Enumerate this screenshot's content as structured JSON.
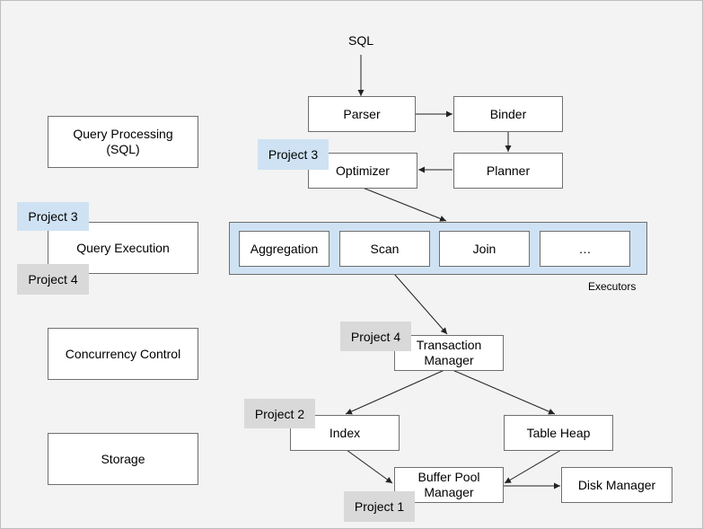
{
  "layers": {
    "query_processing": "Query Processing\n(SQL)",
    "query_execution": "Query Execution",
    "concurrency_control": "Concurrency Control",
    "storage": "Storage"
  },
  "pipeline": {
    "sql": "SQL",
    "parser": "Parser",
    "binder": "Binder",
    "planner": "Planner",
    "optimizer": "Optimizer"
  },
  "executors": {
    "caption": "Executors",
    "items": [
      "Aggregation",
      "Scan",
      "Join",
      "…"
    ]
  },
  "components": {
    "transaction_manager": "Transaction\nManager",
    "index": "Index",
    "table_heap": "Table Heap",
    "buffer_pool_manager": "Buffer Pool\nManager",
    "disk_manager": "Disk Manager"
  },
  "tags": {
    "project1": "Project 1",
    "project2": "Project 2",
    "project3": "Project 3",
    "project4": "Project 4"
  },
  "colors": {
    "project_blue": "#cfe2f3",
    "project_gray": "#d9d9d9",
    "background": "#f3f3f3"
  }
}
